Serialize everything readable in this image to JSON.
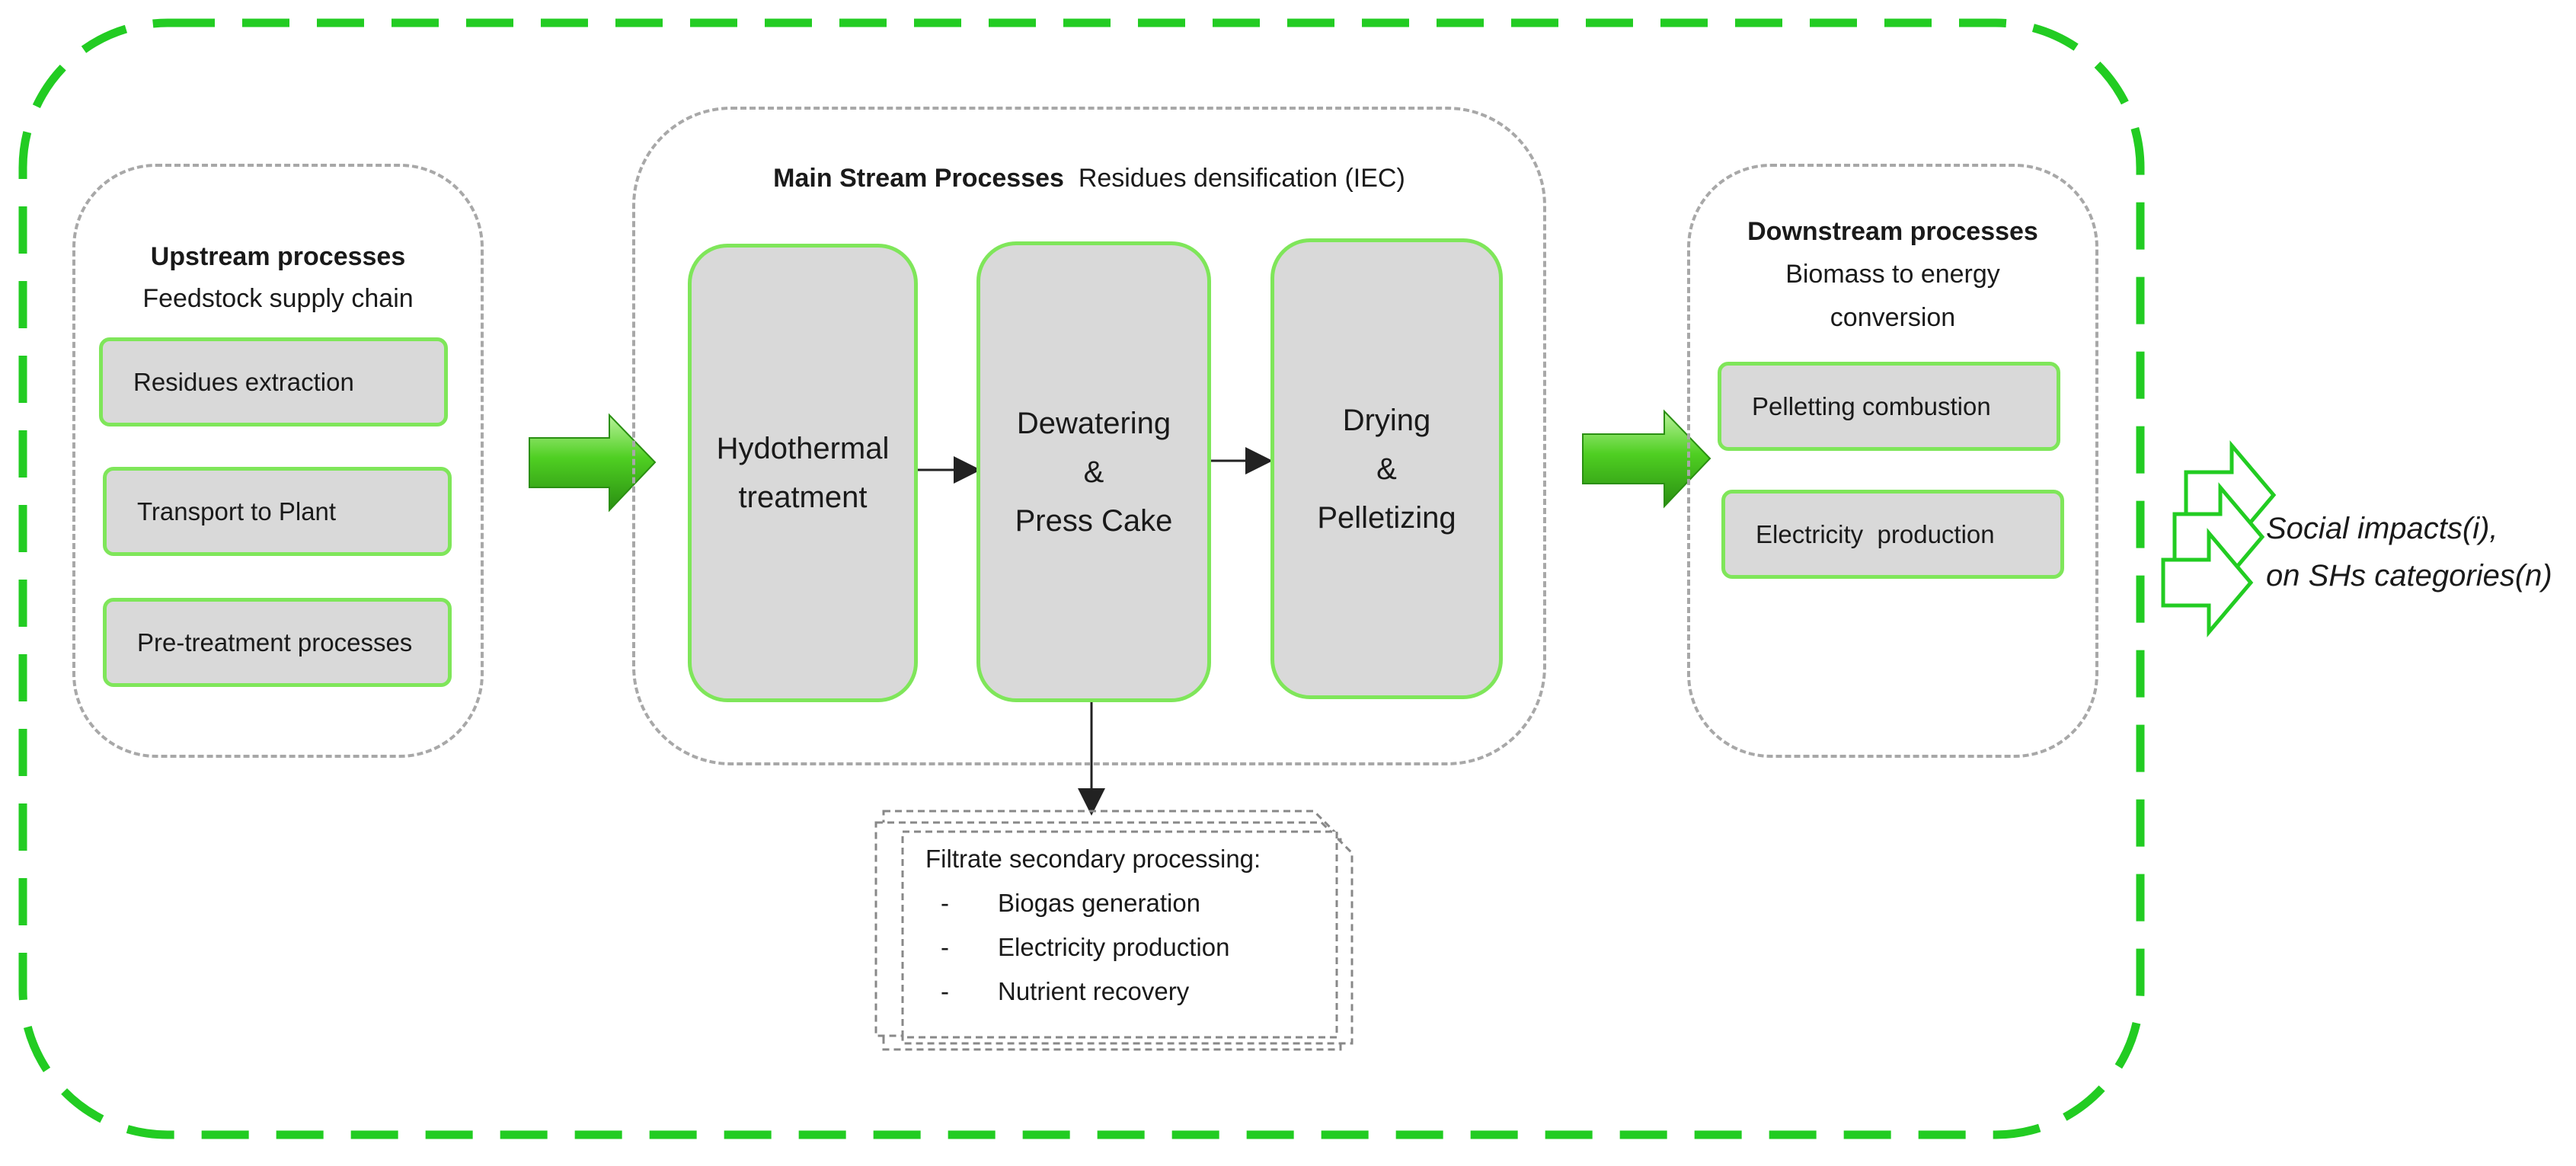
{
  "upstream": {
    "title": "Upstream processes",
    "subtitle": "Feedstock supply chain",
    "items": [
      "Residues extraction",
      "Transport to Plant",
      "Pre-treatment processes"
    ]
  },
  "main_stream": {
    "title_bold": "Main Stream Processes",
    "title_rest": "Residues densification (IEC)",
    "steps": [
      {
        "lines": [
          "Hydothermal",
          "treatment"
        ]
      },
      {
        "lines": [
          "Dewatering",
          "&",
          "Press Cake"
        ]
      },
      {
        "lines": [
          "Drying",
          "&",
          "Pelletizing"
        ]
      }
    ]
  },
  "downstream": {
    "title": "Downstream processes",
    "subtitle_line1": "Biomass to energy",
    "subtitle_line2": "conversion",
    "items": [
      "Pelletting combustion",
      "Electricity  production"
    ]
  },
  "filtrate": {
    "title": "Filtrate secondary processing:",
    "bullet": "-",
    "items": [
      "Biogas generation",
      "Electricity production",
      "Nutrient recovery"
    ]
  },
  "output": {
    "line1": "Social impacts(i),",
    "line2": "on SHs categories(n)"
  },
  "colors": {
    "outer_border": "#22cc22",
    "box_fill": "#d9d9d9",
    "box_border": "#7fe65a",
    "section_border": "#a8a8a8",
    "arrow_green": "#3fbf1f"
  },
  "icons": {
    "flow_arrow": "big-green-arrow-icon",
    "output_arrows": "outline-arrows-icon"
  }
}
